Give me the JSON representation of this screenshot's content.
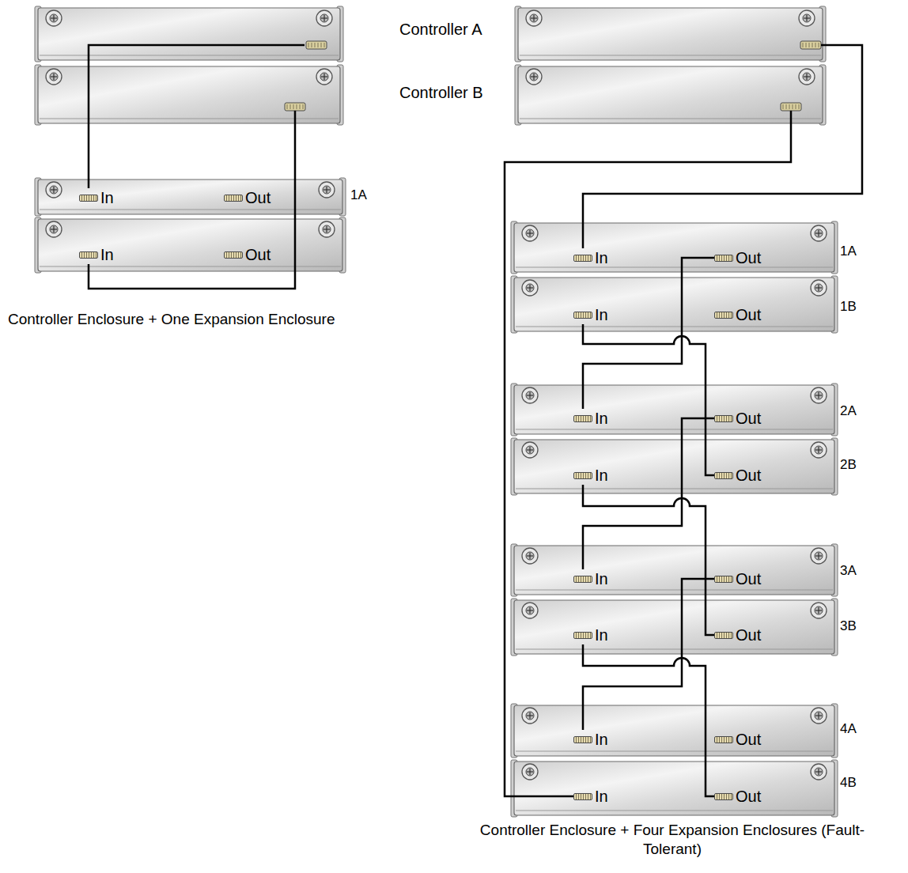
{
  "diagram": {
    "nodes": [
      {
        "text": [
          "Controller A"
        ]
      },
      {
        "text": [
          "Controller B"
        ]
      },
      {
        "text": [
          "In"
        ]
      },
      {
        "text": [
          "Out"
        ]
      },
      {
        "text": [
          "In"
        ]
      },
      {
        "text": [
          "Out"
        ]
      },
      {
        "text": [
          "In"
        ]
      },
      {
        "text": [
          "Out"
        ]
      },
      {
        "text": [
          "In"
        ]
      },
      {
        "text": [
          "Out"
        ]
      },
      {
        "text": [
          "In"
        ]
      },
      {
        "text": [
          "Out"
        ]
      },
      {
        "text": [
          "In"
        ]
      },
      {
        "text": [
          "Out"
        ]
      },
      {
        "text": [
          "In"
        ]
      },
      {
        "text": [
          "Out"
        ]
      },
      {
        "text": [
          "In"
        ]
      },
      {
        "text": [
          "Out"
        ]
      },
      {
        "text": [
          "In"
        ]
      },
      {
        "text": [
          "Out"
        ]
      },
      {
        "text": [
          "In"
        ]
      },
      {
        "text": [
          "Out"
        ]
      }
    ],
    "edges": [
      {
        "from": 0,
        "to": 2,
        "arrow": "none"
      },
      {
        "from": 1,
        "to": 4,
        "arrow": "none"
      },
      {
        "from": 7,
        "to": 10,
        "arrow": "none"
      },
      {
        "from": 8,
        "to": 13,
        "arrow": "none"
      },
      {
        "from": 11,
        "to": 14,
        "arrow": "none"
      },
      {
        "from": 12,
        "to": 17,
        "arrow": "none"
      },
      {
        "from": 15,
        "to": 18,
        "arrow": "none"
      },
      {
        "from": 16,
        "to": 21,
        "arrow": "none"
      }
    ],
    "labels": [
      "1A",
      "1A",
      "1B",
      "2A",
      "2B",
      "3A",
      "3B",
      "4A",
      "4B",
      "Controller Enclosure + One Expansion Enclosure",
      "Controller Enclosure + Four Expansion Enclosures (Fault-Tolerant)"
    ]
  }
}
